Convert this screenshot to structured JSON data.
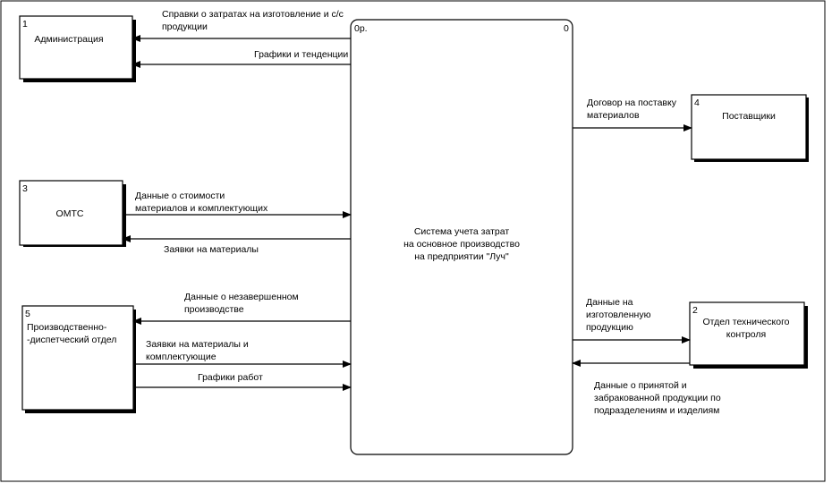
{
  "process": {
    "number": "0",
    "corner_label": "0р.",
    "title_lines": [
      "Система учета затрат",
      "на основное производство",
      "на предприятии  \"Луч\""
    ]
  },
  "entities": {
    "admin": {
      "number": "1",
      "label_lines": [
        "Администрация"
      ]
    },
    "otk": {
      "number": "2",
      "label_lines": [
        "Отдел технического",
        "контроля"
      ]
    },
    "omts": {
      "number": "3",
      "label_lines": [
        "ОМТС"
      ]
    },
    "suppliers": {
      "number": "4",
      "label_lines": [
        "Поставщики"
      ]
    },
    "prod": {
      "number": "5",
      "label_lines": [
        "Производственно-",
        "-диспетческий отдел"
      ]
    }
  },
  "flows": {
    "reports": {
      "label_lines": [
        "Справки о затратах на изготовление и с/с",
        "продукции"
      ]
    },
    "charts": {
      "label_lines": [
        "Графики и тенденции"
      ]
    },
    "contract": {
      "label_lines": [
        "Договор на поставку",
        "материалов"
      ]
    },
    "material_cost": {
      "label_lines": [
        "Данные о стоимости",
        "материалов и комплектующих"
      ]
    },
    "material_req": {
      "label_lines": [
        "Заявки на материалы"
      ]
    },
    "wip": {
      "label_lines": [
        "Данные о незавершенном",
        "производстве"
      ]
    },
    "req_parts": {
      "label_lines": [
        "Заявки на материалы и",
        "комплектующие"
      ]
    },
    "schedules": {
      "label_lines": [
        "Графики работ"
      ]
    },
    "manufactured": {
      "label_lines": [
        "Данные на",
        "изготовленную",
        "продукцию"
      ]
    },
    "accepted": {
      "label_lines": [
        "Данные о принятой и",
        "забракованной продукции по",
        "подразделениям и изделиям"
      ]
    }
  }
}
